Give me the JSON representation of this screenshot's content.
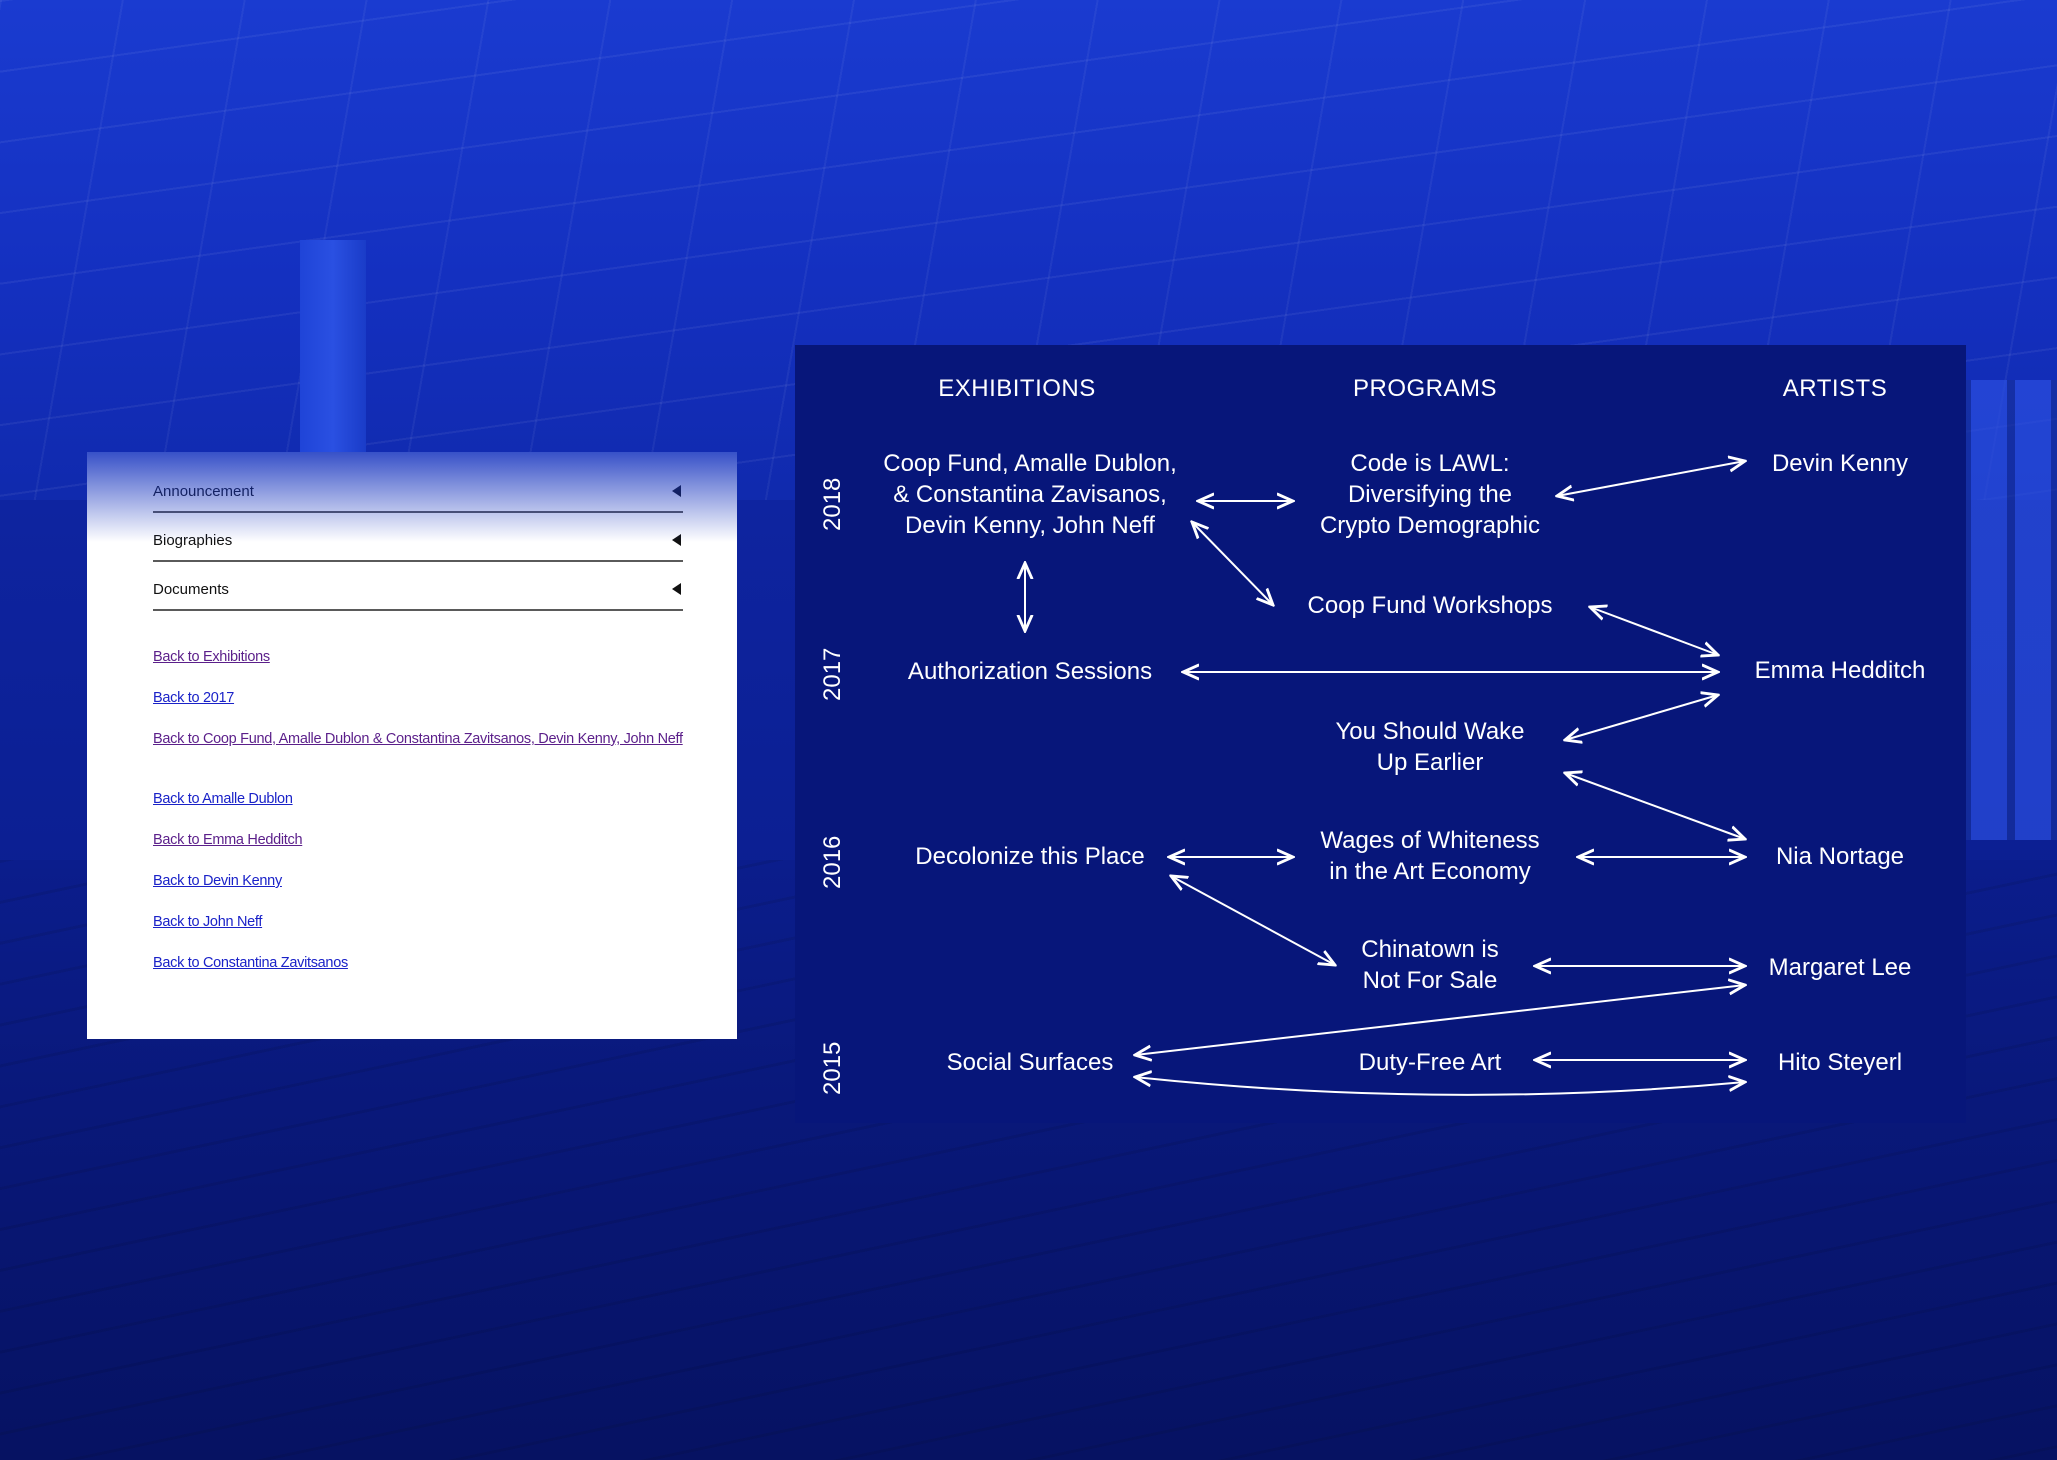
{
  "side_panel": {
    "accordion": [
      {
        "label": "Announcement"
      },
      {
        "label": "Biographies"
      },
      {
        "label": "Documents"
      }
    ],
    "links": [
      {
        "label": "Back to Exhibitions",
        "visited": true
      },
      {
        "label": "Back to 2017",
        "visited": false
      },
      {
        "label": "Back to Coop Fund, Amalle Dublon & Constantina Zavitsanos, Devin Kenny, John Neff",
        "visited": true
      },
      {
        "label": "Back to Amalle Dublon",
        "visited": false
      },
      {
        "label": "Back to Emma Hedditch",
        "visited": true
      },
      {
        "label": "Back to Devin Kenny",
        "visited": false
      },
      {
        "label": "Back to John Neff",
        "visited": false
      },
      {
        "label": "Back to Constantina Zavitsanos",
        "visited": false
      }
    ]
  },
  "diagram": {
    "columns": {
      "exhibitions": "EXHIBITIONS",
      "programs": "PROGRAMS",
      "artists": "ARTISTS"
    },
    "years": [
      "2018",
      "2017",
      "2016",
      "2015"
    ],
    "exhibitions": {
      "coop": "Coop Fund, Amalle Dublon,\n& Constantina Zavisanos,\nDevin Kenny, John Neff",
      "authorization": "Authorization Sessions",
      "decolonize": "Decolonize this Place",
      "social": "Social Surfaces"
    },
    "programs": {
      "code": "Code is LAWL:\nDiversifying the\nCrypto Demographic",
      "workshops": "Coop Fund Workshops",
      "wake": "You Should Wake\nUp Earlier",
      "wages": "Wages of Whiteness\nin the Art Economy",
      "chinatown": "Chinatown is\nNot For Sale",
      "dutyfree": "Duty-Free Art"
    },
    "artists": {
      "devin": "Devin Kenny",
      "emma": "Emma Hedditch",
      "nia": "Nia Nortage",
      "margaret": "Margaret Lee",
      "hito": "Hito Steyerl"
    },
    "colors": {
      "panel": "#07167a",
      "text": "#ffffff"
    }
  }
}
